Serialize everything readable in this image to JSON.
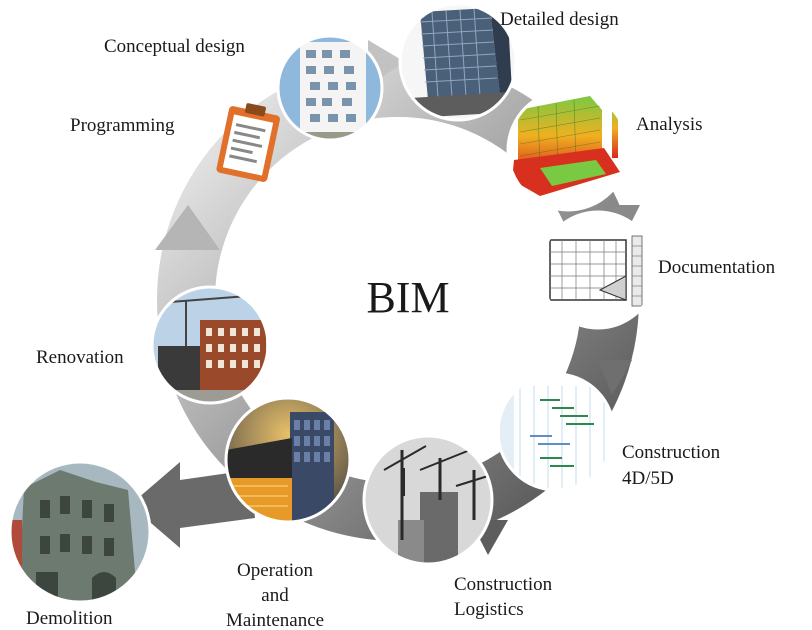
{
  "center_title": "BIM",
  "stages": {
    "programming": {
      "label": "Programming"
    },
    "conceptual_design": {
      "label": "Conceptual design"
    },
    "detailed_design": {
      "label": "Detailed design"
    },
    "analysis": {
      "label": "Analysis"
    },
    "documentation": {
      "label": "Documentation"
    },
    "construction_4d5d": {
      "label_line1": "Construction",
      "label_line2": "4D/5D"
    },
    "construction_logistics": {
      "label_line1": "Construction",
      "label_line2": "Logistics"
    },
    "operation_maintenance": {
      "label_line1": "Operation",
      "label_line2": "and",
      "label_line3": "Maintenance"
    },
    "renovation": {
      "label": "Renovation"
    },
    "demolition": {
      "label": "Demolition"
    }
  },
  "colors": {
    "ring": "#8c8c8c",
    "ring_light": "#d9d9d9",
    "ring_dark": "#5a5a5a",
    "text": "#1a1a1a"
  }
}
